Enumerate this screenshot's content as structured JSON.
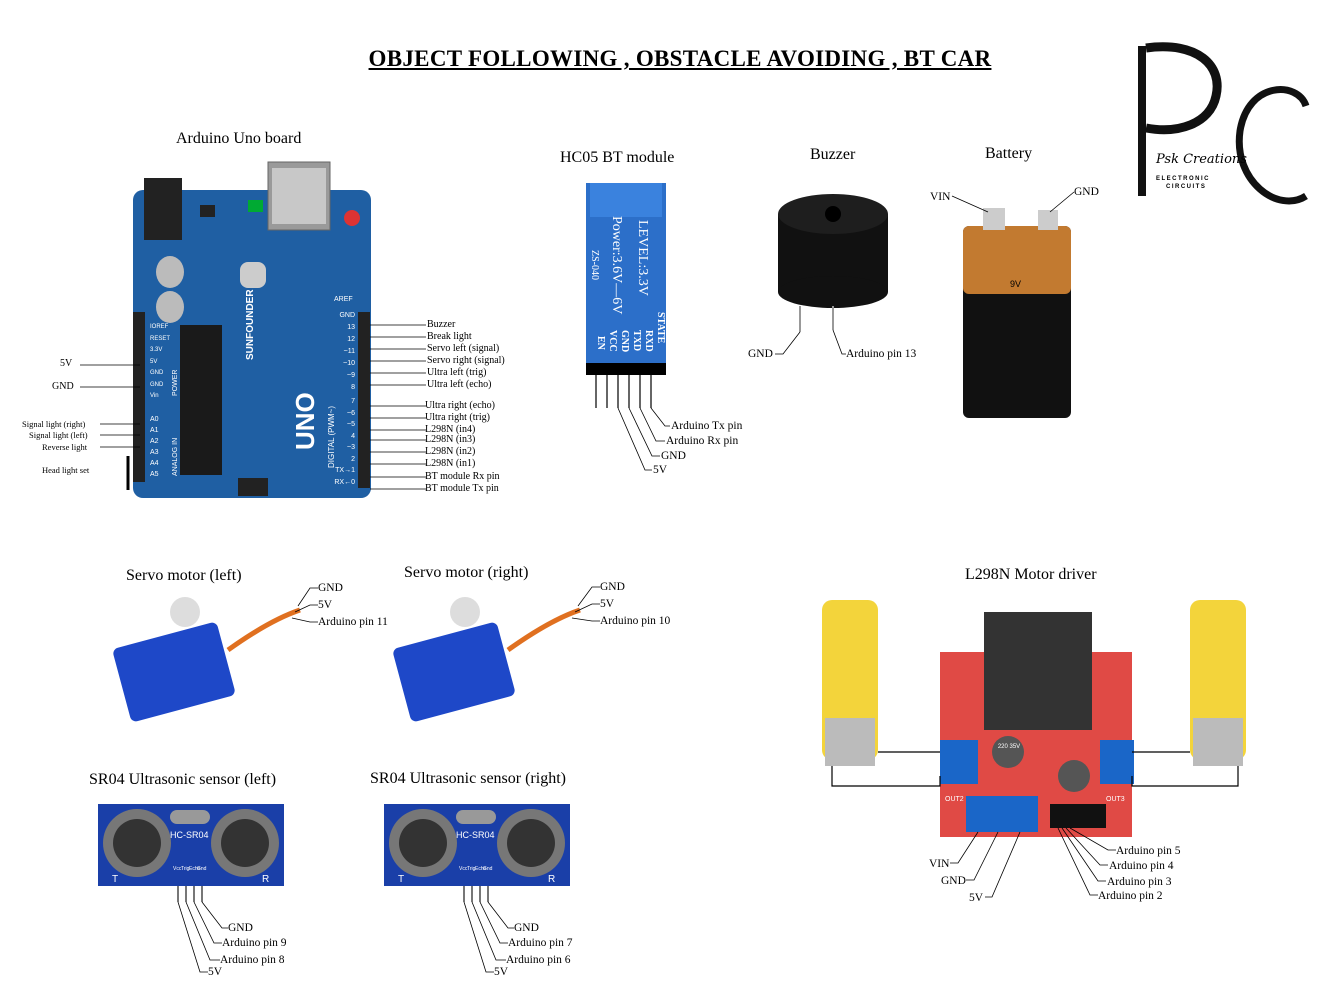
{
  "title": "OBJECT FOLLOWING , OBSTACLE AVOIDING , BT CAR",
  "logo": {
    "letters": "PC",
    "script": "Psk Creations",
    "tagline_1": "ELECTRONIC",
    "tagline_2": "CIRCUITS"
  },
  "arduino": {
    "heading": "Arduino Uno board",
    "board_brand": "SUNFOUNDER",
    "board_model": "UNO",
    "board_digital": "DIGITAL (PWM~)",
    "board_analog": "ANALOG IN",
    "board_power": "POWER",
    "board_aref": "AREF",
    "right_labels": [
      "Buzzer",
      "Break light",
      "Servo left (signal)",
      "Servo right (signal)",
      "Ultra left (trig)",
      "Ultra left (echo)",
      "Ultra right (echo)",
      "Ultra right (trig)",
      "L298N (in4)",
      "L298N (in3)",
      "L298N (in2)",
      "L298N (in1)",
      "BT module Rx pin",
      "BT module Tx pin"
    ],
    "pin_nums_top": [
      "GND",
      "13",
      "12",
      "~11",
      "~10",
      "~9",
      "8"
    ],
    "pin_nums_bottom": [
      "7",
      "~6",
      "~5",
      "4",
      "~3",
      "2",
      "TX→1",
      "RX←0"
    ],
    "power_pins": [
      "IOREF",
      "RESET",
      "3.3V",
      "5V",
      "GND",
      "GND",
      "Vin"
    ],
    "analog_pins": [
      "A0",
      "A1",
      "A2",
      "A3",
      "A4",
      "A5"
    ],
    "left_labels": {
      "v5": "5V",
      "gnd": "GND",
      "signal_right": "Signal light (right)",
      "signal_left": "Signal light (left)",
      "reverse": "Reverse  light",
      "head": "Head light set"
    }
  },
  "hc05": {
    "heading": "HC05 BT  module",
    "board_text_1": "LEVEL:3.3V",
    "board_text_2": "Power:3.6V—6V",
    "board_text_3": "ZS-040",
    "pins": [
      "STATE",
      "RXD",
      "TXD",
      "GND",
      "VCC",
      "EN"
    ],
    "labels": [
      "Arduino Tx pin",
      "Arduino Rx pin",
      "GND",
      "5V"
    ]
  },
  "buzzer": {
    "heading": "Buzzer",
    "labels": [
      "GND",
      "Arduino pin 13"
    ]
  },
  "battery": {
    "heading": "Battery",
    "labels": [
      "VIN",
      "GND"
    ],
    "voltage": "9V"
  },
  "servo_left": {
    "heading": "Servo motor (left)",
    "labels": [
      "GND",
      "5V",
      "Arduino pin 11"
    ]
  },
  "servo_right": {
    "heading": "Servo motor (right)",
    "labels": [
      "GND",
      "5V",
      "Arduino pin 10"
    ]
  },
  "l298n": {
    "heading": "L298N Motor driver",
    "out1": "OUT2",
    "out2": "OUT3",
    "cap": "220 35V",
    "labels_left": [
      "VIN",
      "GND",
      "5V"
    ],
    "labels_right": [
      "Arduino pin 5",
      "Arduino pin 4",
      "Arduino pin 3",
      "Arduino pin 2"
    ]
  },
  "sr04_left": {
    "heading": "SR04 Ultrasonic sensor (left)",
    "model": "HC-SR04",
    "t": "T",
    "r": "R",
    "pins": [
      "Vcc",
      "Trig",
      "Echo",
      "Gnd"
    ],
    "labels": [
      "GND",
      "Arduino pin 9",
      "Arduino pin 8",
      "5V"
    ]
  },
  "sr04_right": {
    "heading": "SR04 Ultrasonic sensor (right)",
    "model": "HC-SR04",
    "t": "T",
    "r": "R",
    "pins": [
      "Vcc",
      "Trig",
      "Echo",
      "Gnd"
    ],
    "labels": [
      "GND",
      "Arduino pin 7",
      "Arduino pin 6",
      "5V"
    ]
  }
}
